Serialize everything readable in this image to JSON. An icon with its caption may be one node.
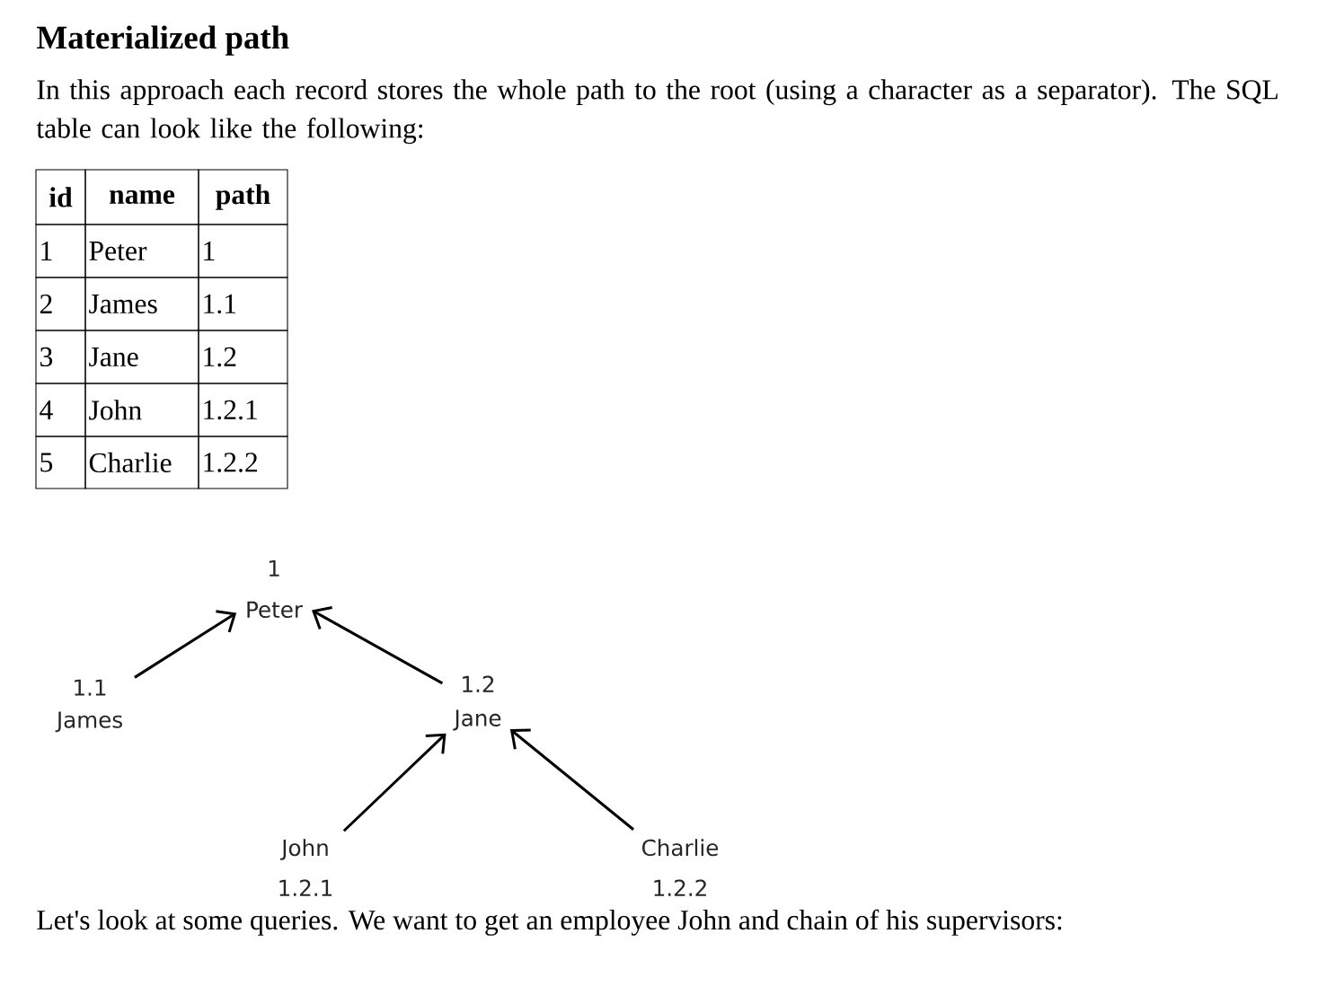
{
  "diagram": {
    "title": "Materialized path",
    "nodes": [
      {
        "text": [
          "1",
          "Peter"
        ]
      },
      {
        "text": [
          "1.1",
          "James"
        ]
      },
      {
        "text": [
          "1.2",
          "Jane"
        ]
      },
      {
        "text": [
          "John",
          "1.2.1"
        ]
      },
      {
        "text": [
          "Charlie",
          "1.2.2"
        ]
      }
    ],
    "edges": [
      {
        "from": 1,
        "to": 0,
        "arrow": "to"
      },
      {
        "from": 2,
        "to": 0,
        "arrow": "to"
      },
      {
        "from": 3,
        "to": 2,
        "arrow": "to"
      },
      {
        "from": 4,
        "to": 2,
        "arrow": "to"
      }
    ],
    "labels": [
      "In this approach each record stores the whole path to the root (using a character as a separator). The SQL table can look like the following:",
      "id",
      "name",
      "path",
      "1",
      "Peter",
      "1",
      "2",
      "James",
      "1.1",
      "3",
      "Jane",
      "1.2",
      "4",
      "John",
      "1.2.1",
      "5",
      "Charlie",
      "1.2.2",
      "Let's look at some queries. We want to get an employee John and chain of his supervisors:"
    ]
  }
}
